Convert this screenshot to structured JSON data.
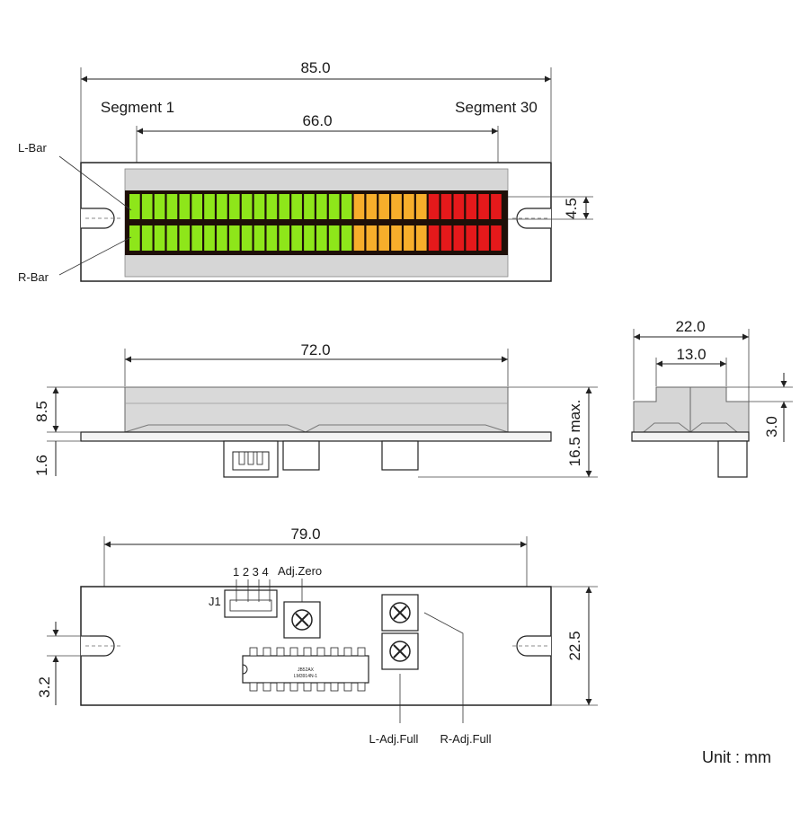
{
  "top_view": {
    "overall_width": "85.0",
    "segment_span": "66.0",
    "segment_first_label": "Segment 1",
    "segment_last_label": "Segment 30",
    "left_bar_label": "L-Bar",
    "right_bar_label": "R-Bar",
    "bar_pitch": "4.5",
    "segment_count": 30,
    "green_count": 18,
    "orange_count": 6,
    "red_count": 6,
    "colors": {
      "green": "#8ee61a",
      "orange": "#f7ae2b",
      "red": "#e5191b",
      "frame": "#1e0f08"
    }
  },
  "front_view": {
    "display_width": "72.0",
    "display_height": "8.5",
    "board_thickness": "1.6",
    "total_height": "16.5 max."
  },
  "side_view": {
    "overall_depth": "22.0",
    "window_depth": "13.0",
    "step_height": "3.0"
  },
  "bottom_view": {
    "hole_spacing": "79.0",
    "board_height": "22.5",
    "hole_width": "3.2",
    "connector_label": "J1",
    "connector_pins": "1 2 3 4",
    "adj_zero_label": "Adj.Zero",
    "l_adj_label": "L-Adj.Full",
    "r_adj_label": "R-Adj.Full",
    "chip_line1": "JB52AX",
    "chip_line2": "LM3914N-1"
  },
  "unit_label": "Unit : mm"
}
